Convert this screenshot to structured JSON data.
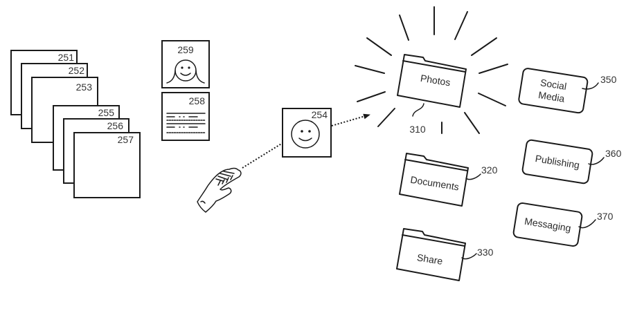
{
  "diagram": {
    "card_stack": [
      {
        "ref": "251"
      },
      {
        "ref": "252"
      },
      {
        "ref": "253"
      },
      {
        "ref": "255"
      },
      {
        "ref": "256"
      },
      {
        "ref": "257"
      }
    ],
    "thumbnails": {
      "portrait": {
        "ref": "259",
        "icon": "smiley-face-with-hair-icon"
      },
      "document": {
        "ref": "258",
        "icon": "text-lines-icon"
      }
    },
    "dragged_item": {
      "ref": "254",
      "icon": "smiley-face-icon"
    },
    "gesture": {
      "icon": "hand-icon",
      "description": "hand dragging item toward folder"
    },
    "folders": [
      {
        "label": "Photos",
        "ref": "310",
        "highlighted": true
      },
      {
        "label": "Documents",
        "ref": "320",
        "highlighted": false
      },
      {
        "label": "Share",
        "ref": "330",
        "highlighted": false
      }
    ],
    "targets": [
      {
        "label_line1": "Social",
        "label_line2": "Media",
        "ref": "350"
      },
      {
        "label_line1": "Publishing",
        "ref": "360"
      },
      {
        "label_line1": "Messaging",
        "ref": "370"
      }
    ],
    "colors": {
      "line": "#1a1a1a",
      "text": "#333333",
      "background": "#ffffff"
    }
  }
}
